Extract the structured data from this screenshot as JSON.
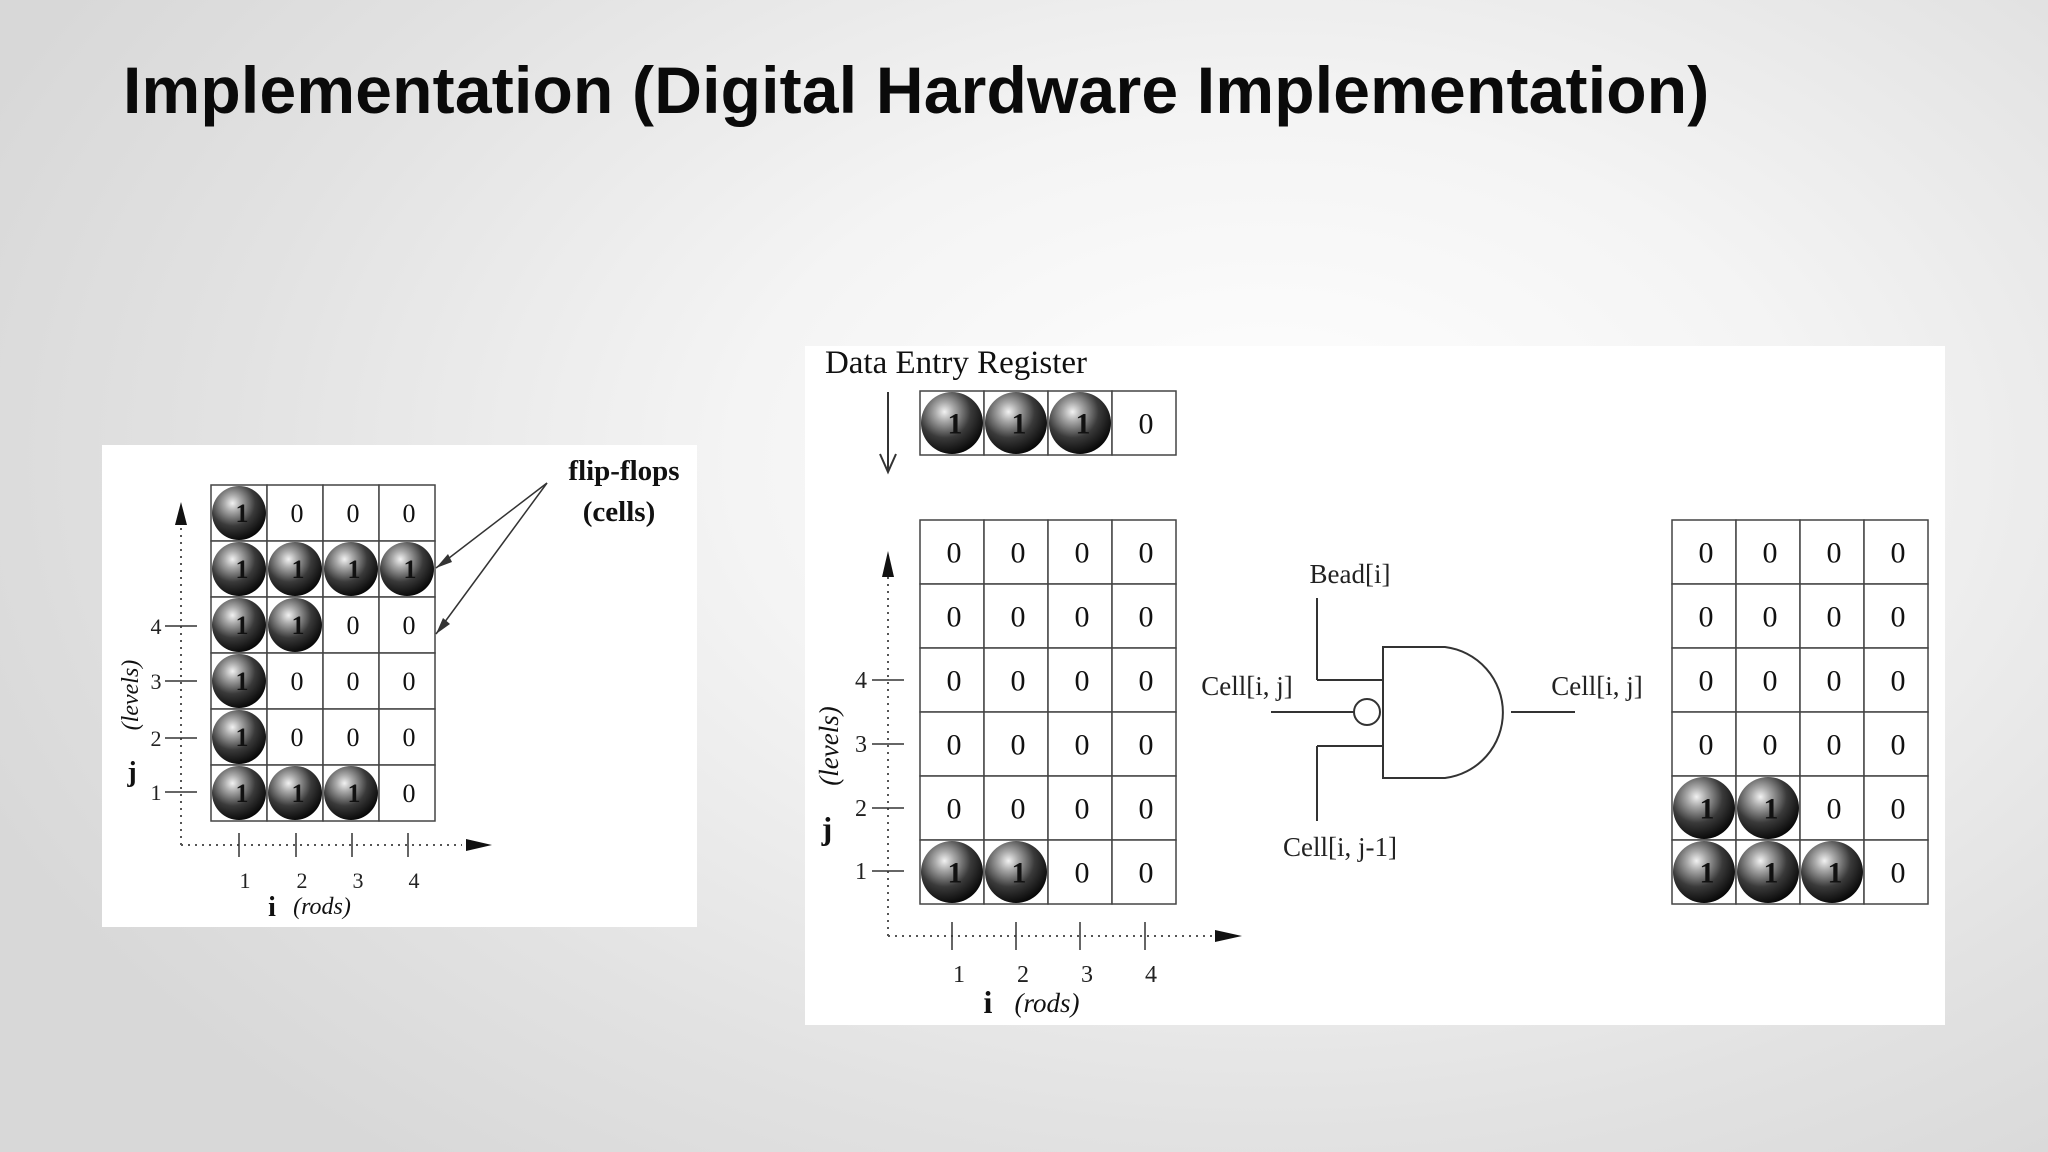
{
  "slide": {
    "title": "Implementation (Digital Hardware Implementation)"
  },
  "left_diagram": {
    "annotation_line1": "flip-flops",
    "annotation_line2": "(cells)",
    "grid": [
      [
        1,
        0,
        0,
        0
      ],
      [
        1,
        1,
        1,
        1
      ],
      [
        1,
        1,
        0,
        0
      ],
      [
        1,
        0,
        0,
        0
      ],
      [
        1,
        0,
        0,
        0
      ],
      [
        1,
        1,
        1,
        0
      ]
    ],
    "y_axis": {
      "letter": "j",
      "name": "(levels)",
      "ticks": [
        "4",
        "3",
        "2",
        "1"
      ]
    },
    "x_axis": {
      "letter": "i",
      "name": "(rods)",
      "ticks": [
        "1",
        "2",
        "3",
        "4"
      ]
    }
  },
  "right_diagram": {
    "register_label": "Data Entry Register",
    "register": [
      1,
      1,
      1,
      0
    ],
    "grid_before": [
      [
        0,
        0,
        0,
        0
      ],
      [
        0,
        0,
        0,
        0
      ],
      [
        0,
        0,
        0,
        0
      ],
      [
        0,
        0,
        0,
        0
      ],
      [
        0,
        0,
        0,
        0
      ],
      [
        1,
        1,
        0,
        0
      ]
    ],
    "grid_after": [
      [
        0,
        0,
        0,
        0
      ],
      [
        0,
        0,
        0,
        0
      ],
      [
        0,
        0,
        0,
        0
      ],
      [
        0,
        0,
        0,
        0
      ],
      [
        1,
        1,
        0,
        0
      ],
      [
        1,
        1,
        1,
        0
      ]
    ],
    "y_axis": {
      "letter": "j",
      "name": "(levels)",
      "ticks": [
        "4",
        "3",
        "2",
        "1"
      ]
    },
    "x_axis": {
      "letter": "i",
      "name": "(rods)",
      "ticks": [
        "1",
        "2",
        "3",
        "4"
      ]
    },
    "gate": {
      "input_top": "Bead[i]",
      "input_left": "Cell[i, j]",
      "input_bottom": "Cell[i, j-1]",
      "output": "Cell[i, j]"
    }
  }
}
